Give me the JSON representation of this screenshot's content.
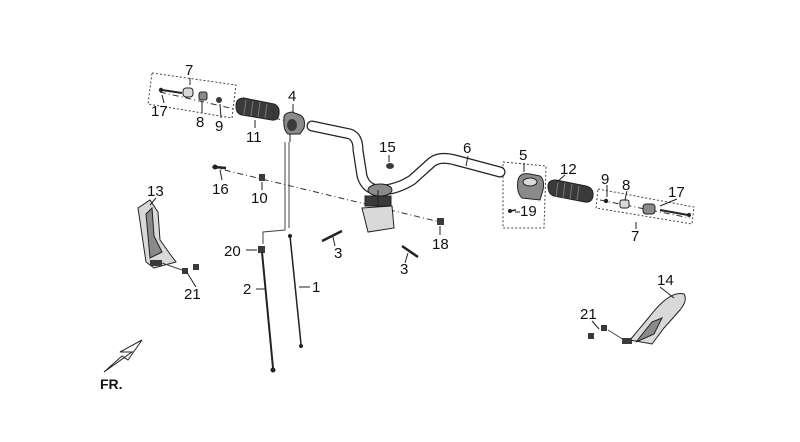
{
  "callouts": {
    "p1": "1",
    "p2": "2",
    "p3a": "3",
    "p3b": "3",
    "p4": "4",
    "p5": "5",
    "p6": "6",
    "p7a": "7",
    "p7b": "7",
    "p8a": "8",
    "p8b": "8",
    "p9a": "9",
    "p9b": "9",
    "p10": "10",
    "p11": "11",
    "p12": "12",
    "p13": "13",
    "p14": "14",
    "p15": "15",
    "p16": "16",
    "p17a": "17",
    "p17b": "17",
    "p18": "18",
    "p19": "19",
    "p20": "20",
    "p21a": "21",
    "p21b": "21"
  },
  "direction_label": "FR.",
  "colors": {
    "line": "#222222",
    "fill_dark": "#3a3a3a",
    "fill_mid": "#8a8a8a",
    "fill_light": "#d9d9d9"
  }
}
